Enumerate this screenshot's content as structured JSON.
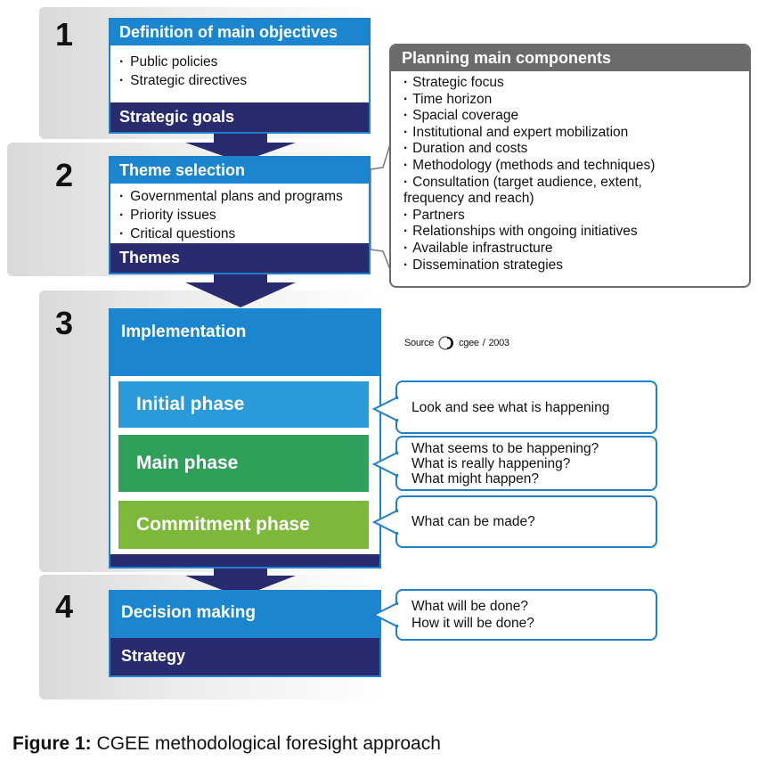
{
  "stage1": {
    "number": "1",
    "header": "Definition of main objectives",
    "bullets": [
      "Public policies",
      "Strategic directives"
    ],
    "footer": "Strategic goals"
  },
  "stage2": {
    "number": "2",
    "header": "Theme selection",
    "bullets": [
      "Governmental plans and programs",
      "Priority issues",
      "Critical questions"
    ],
    "footer": "Themes"
  },
  "planning": {
    "title": "Planning main components",
    "items": [
      "Strategic focus",
      "Time horizon",
      "Spacial coverage",
      "Institutional and expert mobilization",
      "Duration and costs",
      "Methodology (methods and techniques)",
      "Consultation (target audience, extent,",
      "frequency and reach)",
      "Partners",
      "Relationships with ongoing initiatives",
      "Available infrastructure",
      "Dissemination strategies"
    ]
  },
  "stage3": {
    "number": "3",
    "header": "Implementation",
    "phases": [
      "Initial phase",
      "Main phase",
      "Commitment phase"
    ],
    "callouts": [
      [
        "Look and see what is happening"
      ],
      [
        "What seems to be happening?",
        "What is really happening?",
        "What might happen?"
      ],
      [
        "What can be made?"
      ]
    ]
  },
  "source": {
    "label": "Source",
    "org": "cgee",
    "year": "2003"
  },
  "stage4": {
    "number": "4",
    "header": "Decision making",
    "footer": "Strategy",
    "callout": [
      "What will be done?",
      "How it will be done?"
    ]
  },
  "caption": {
    "label": "Figure 1:",
    "text": "CGEE methodological foresight approach"
  },
  "colors": {
    "blue": "#1b86cf",
    "navy": "#2a2a6e",
    "light_blue": "#2a9ad8",
    "green": "#2ea05a",
    "lime": "#7db83a",
    "grey_header": "#6b6b6b"
  }
}
